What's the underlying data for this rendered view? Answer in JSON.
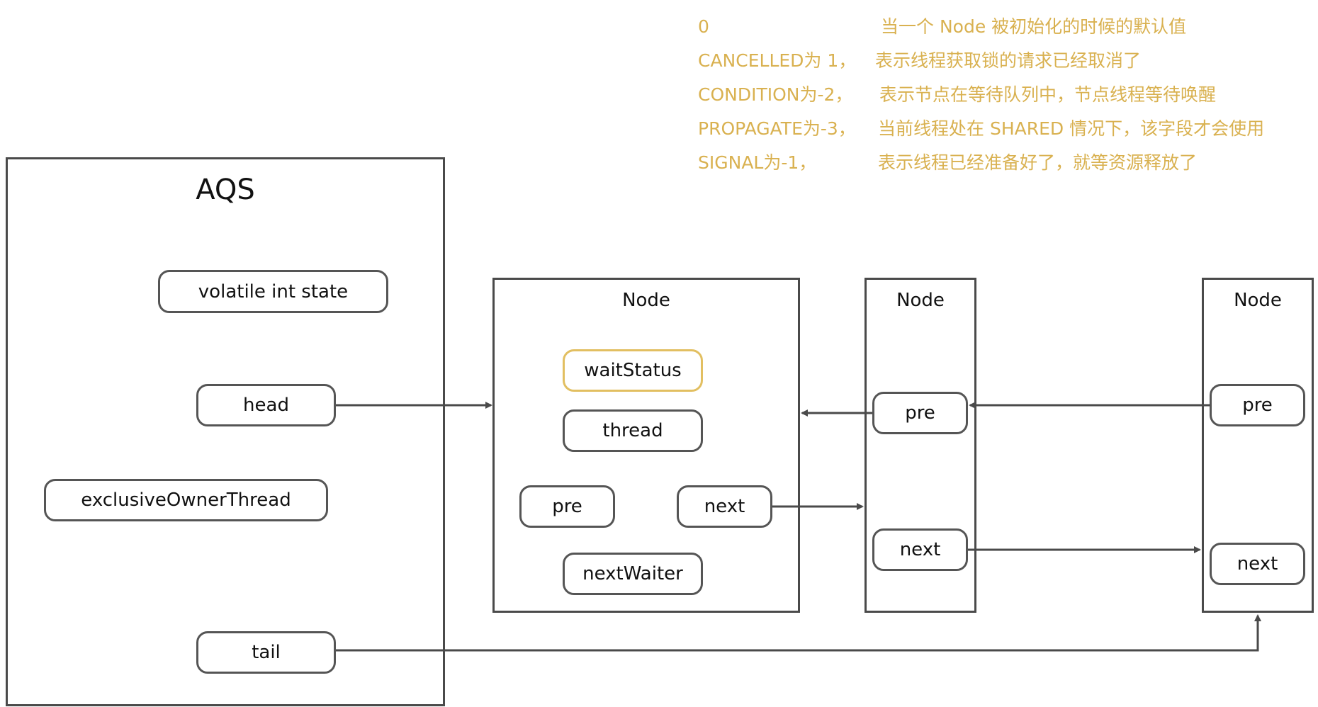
{
  "legend": [
    {
      "code": "0",
      "desc": "当一个 Node 被初始化的时候的默认值"
    },
    {
      "code": "CANCELLED为 1，",
      "desc": "表示线程获取锁的请求已经取消了"
    },
    {
      "code": "CONDITION为-2，",
      "desc": "表示节点在等待队列中，节点线程等待唤醒"
    },
    {
      "code": "PROPAGATE为-3，",
      "desc": "当前线程处在 SHARED 情况下，该字段才会使用"
    },
    {
      "code": "SIGNAL为-1，",
      "desc": "表示线程已经准备好了，就等资源释放了"
    }
  ],
  "aqs": {
    "title": "AQS",
    "state": "volatile int state",
    "head": "head",
    "owner": "exclusiveOwnerThread",
    "tail": "tail"
  },
  "node1": {
    "title": "Node",
    "waitStatus": "waitStatus",
    "thread": "thread",
    "pre": "pre",
    "next": "next",
    "nextWaiter": "nextWaiter"
  },
  "node2": {
    "title": "Node",
    "pre": "pre",
    "next": "next"
  },
  "node3": {
    "title": "Node",
    "pre": "pre",
    "next": "next"
  },
  "colors": {
    "legend_text": "#d9b150",
    "highlight_border": "#e2bf61",
    "stroke": "#4a4a4a"
  }
}
